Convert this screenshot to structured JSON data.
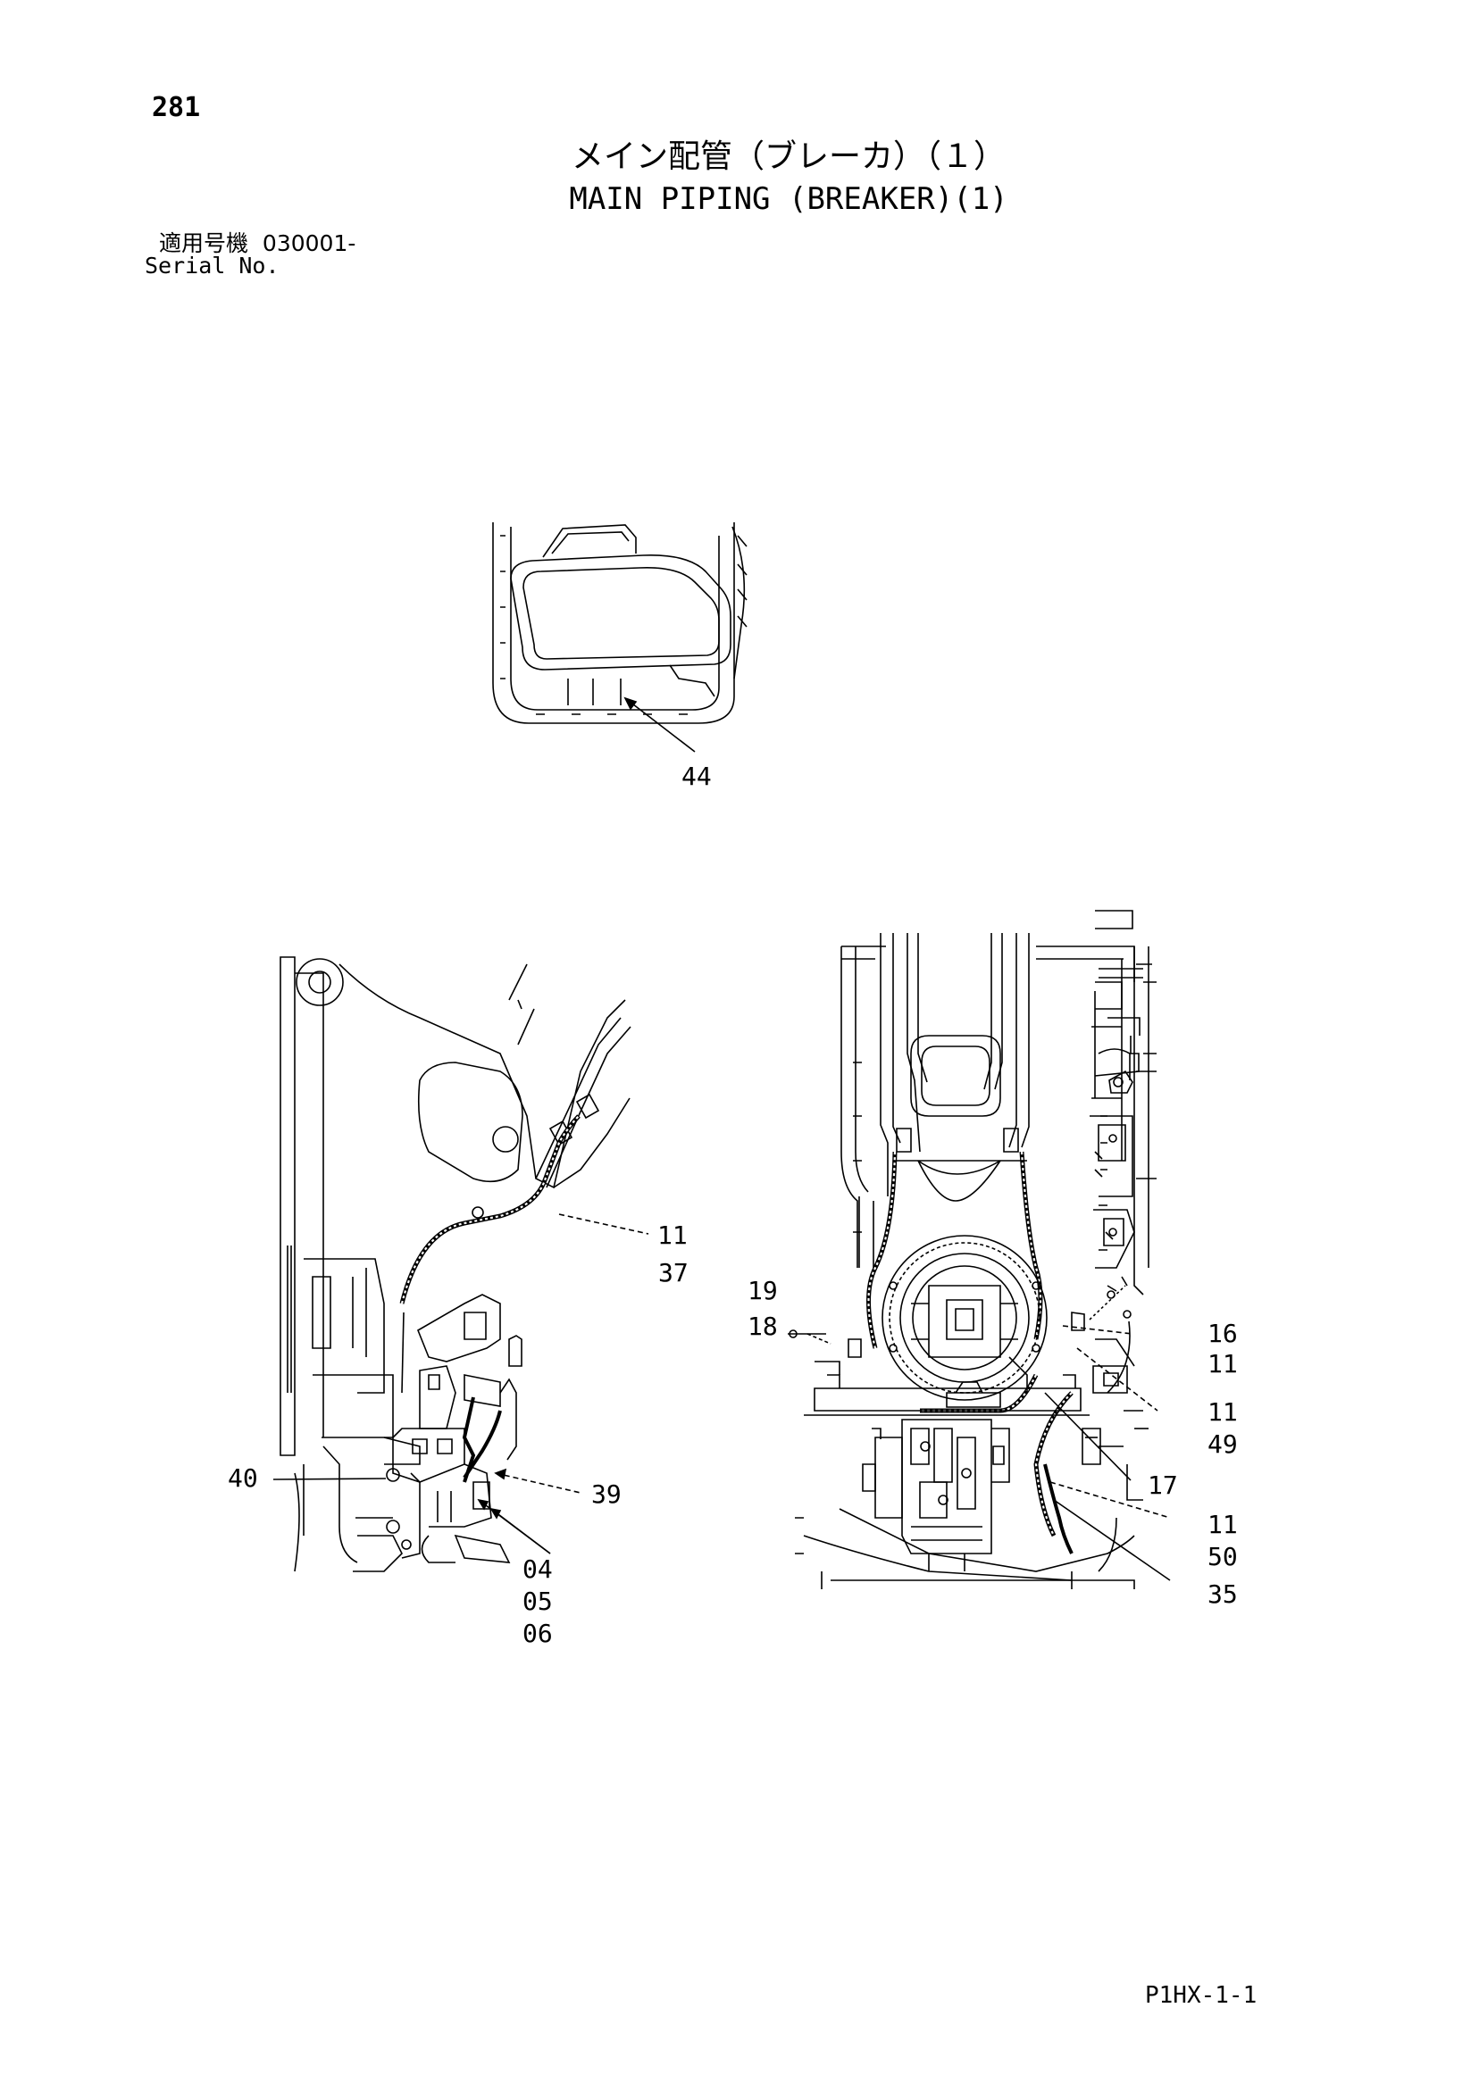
{
  "header": {
    "page_number": "281",
    "title_jp": "メイン配管（ブレーカ）（１）",
    "title_en": "MAIN PIPING (BREAKER)(1)",
    "serial_label_jp": "適用号機",
    "serial_value": "030001-",
    "serial_label_en": "Serial No."
  },
  "footer": {
    "code": "P1HX-1-1"
  },
  "callouts": {
    "c44": "44",
    "c11_left": "11",
    "c37": "37",
    "c40": "40",
    "c39": "39",
    "c04": "04",
    "c05": "05",
    "c06": "06",
    "c19": "19",
    "c18": "18",
    "c16": "16",
    "c11_r1": "11",
    "c11_r2": "11",
    "c49": "49",
    "c17": "17",
    "c11_r3": "11",
    "c50": "50",
    "c35": "35"
  }
}
